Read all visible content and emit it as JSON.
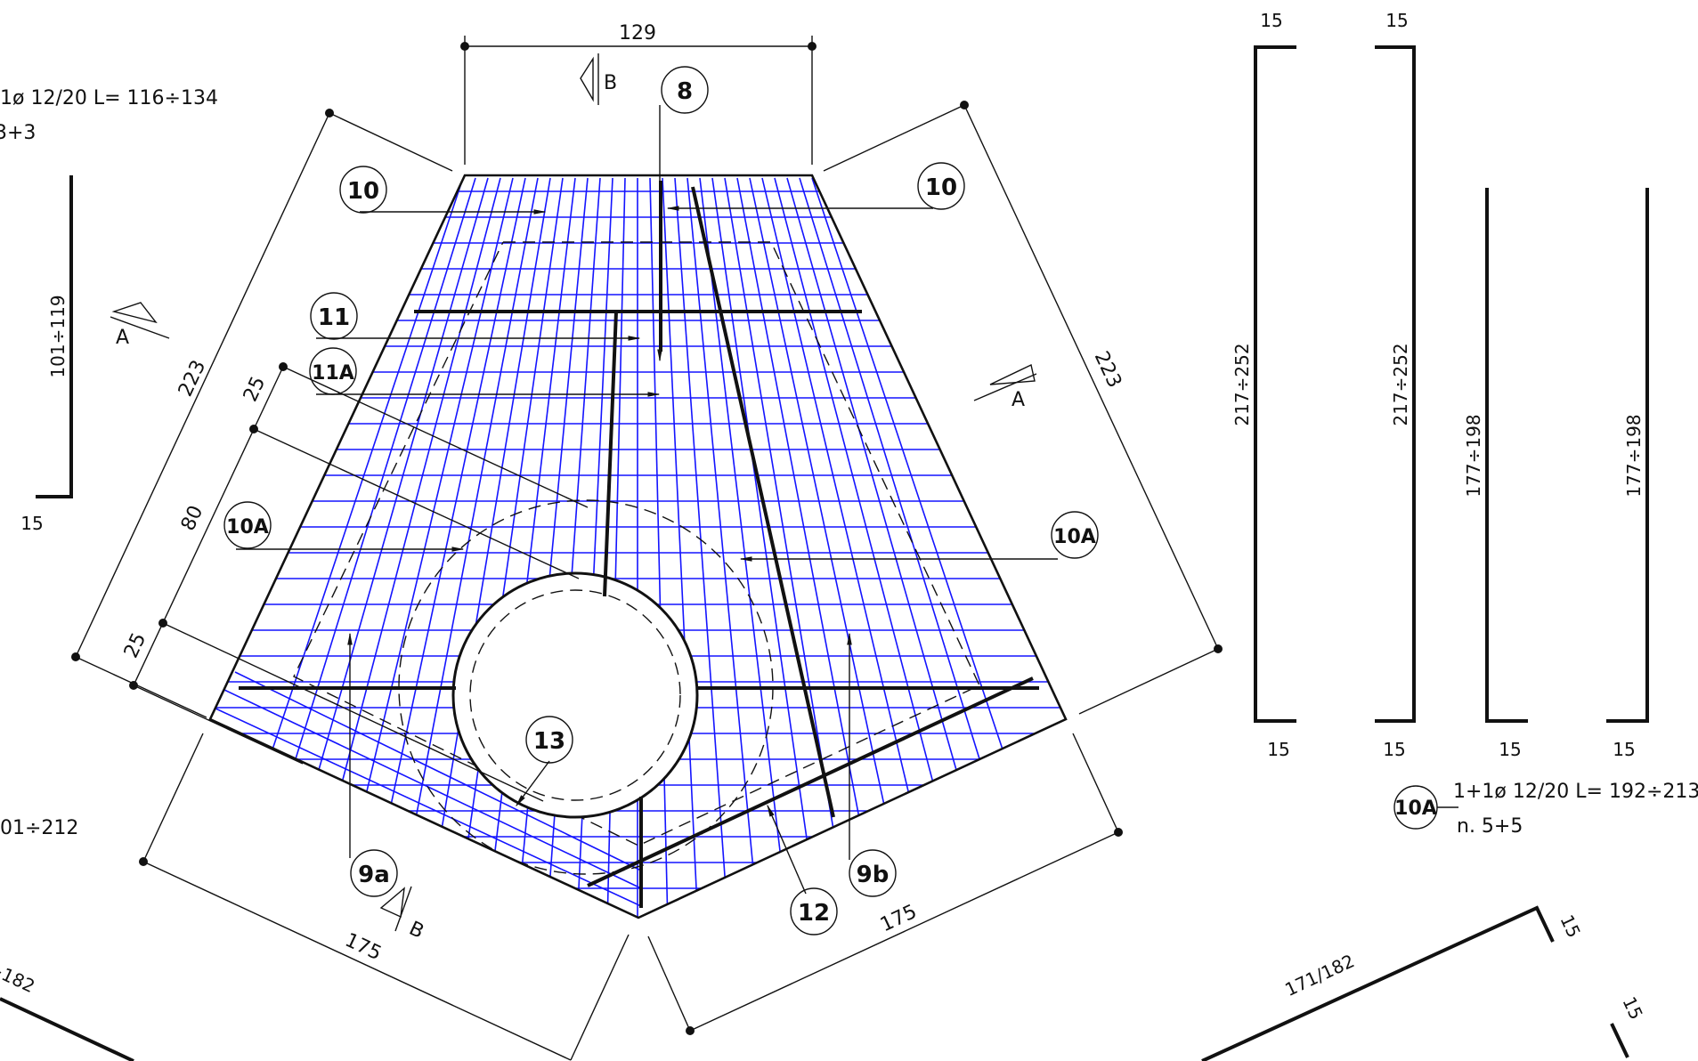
{
  "colors": {
    "rebar": "#1414ff",
    "ink": "#111111",
    "background": "#ffffff"
  },
  "dimensions": {
    "top_width": "129",
    "left_side": "223",
    "right_side": "223",
    "bottom_left": "175",
    "bottom_right": "175",
    "offset_25_top": "25",
    "offset_80": "80",
    "offset_25_bottom": "25"
  },
  "section_marks": {
    "b_top": "B",
    "b_bottom": "B",
    "a_left": "A",
    "a_right": "A"
  },
  "bar_tags": {
    "t8": "8",
    "t10_left": "10",
    "t10_right": "10",
    "t11": "11",
    "t11a": "11A",
    "t10a_left": "10A",
    "t10a_right": "10A",
    "t13": "13",
    "t12": "12",
    "t9a": "9a",
    "t9b": "9b"
  },
  "left_schedule": {
    "spec_line1": "1ø 12/20  L= 116÷134",
    "spec_line2": "3+3",
    "leg_length": "101÷119",
    "foot": "15",
    "lower_length": "01÷212",
    "cut_length": "÷182"
  },
  "right_schedule": {
    "bar1": {
      "top": "15",
      "length": "217÷252",
      "bottom": "15"
    },
    "bar2": {
      "top": "15",
      "length": "217÷252",
      "bottom": "15"
    },
    "bar3": {
      "length": "177÷198",
      "bottom": "15"
    },
    "bar4": {
      "length": "177÷198",
      "bottom": "15"
    },
    "tag_10a": "10A",
    "spec_10a_line1": "1+1ø 12/20  L= 192÷213",
    "spec_10a_line2": "n. 5+5",
    "bent_length": "171/182",
    "bent_end1": "15",
    "bent_end2": "15"
  }
}
